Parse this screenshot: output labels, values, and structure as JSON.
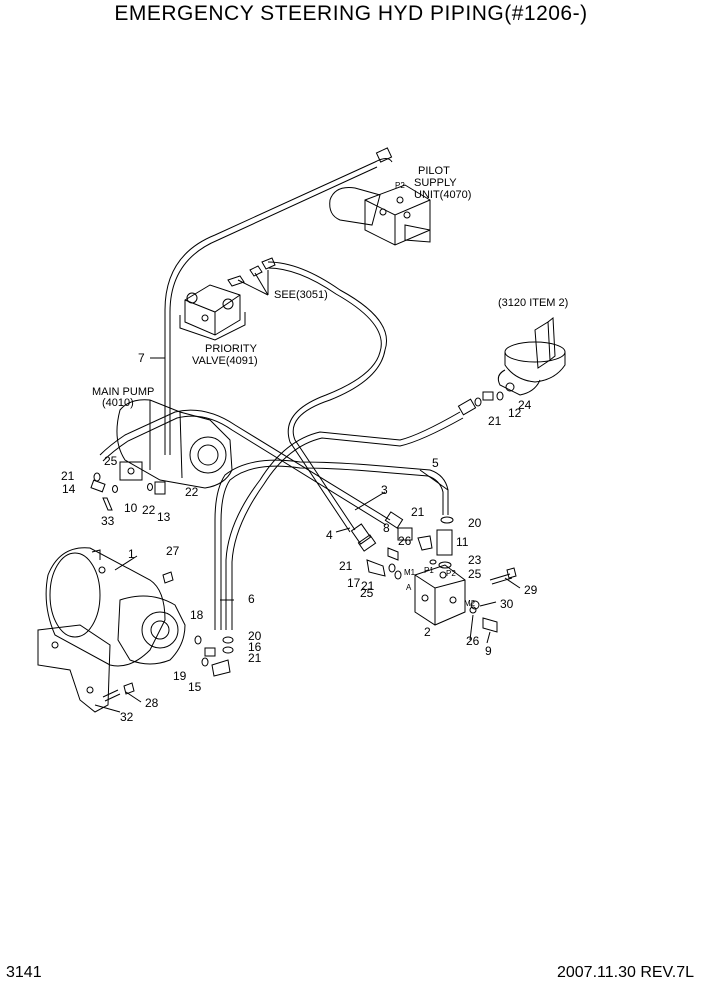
{
  "title": "EMERGENCY STEERING HYD PIPING(#1206-)",
  "page_number": "3141",
  "revision": "2007.11.30  REV.7L",
  "labels": {
    "pilot1": "PILOT",
    "pilot2": "SUPPLY",
    "pilot3": "UNIT(4070)",
    "p2_top": "P2",
    "see": "SEE(3051)",
    "prio1": "PRIORITY",
    "prio2": "VALVE(4091)",
    "ref3120": "(3120 ITEM 2)",
    "mp1": "MAIN PUMP",
    "mp2": "(4010)",
    "port_a": "A",
    "port_m1": "M1",
    "port_p1": "P1",
    "port_p2": "P2",
    "port_m2": "M2"
  },
  "callouts": [
    "1",
    "2",
    "3",
    "4",
    "5",
    "6",
    "7",
    "8",
    "9",
    "10",
    "11",
    "12",
    "13",
    "14",
    "15",
    "16",
    "17",
    "18",
    "19",
    "20",
    "20",
    "21",
    "21",
    "21",
    "21",
    "21",
    "21",
    "22",
    "22",
    "23",
    "24",
    "25",
    "25",
    "25",
    "26",
    "26",
    "27",
    "28",
    "29",
    "30",
    "32",
    "33"
  ]
}
